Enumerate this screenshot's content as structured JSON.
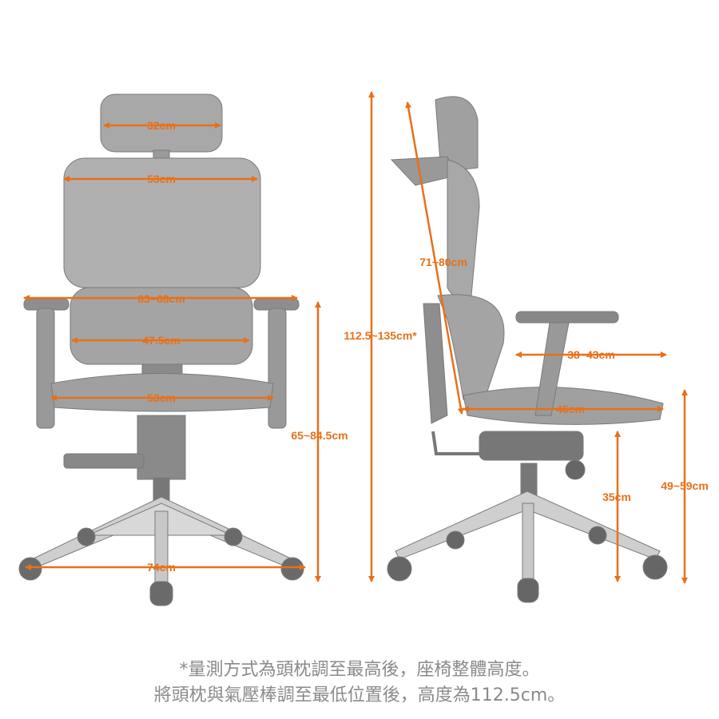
{
  "colors": {
    "accent": "#e8701a",
    "chair": "#8c8c8c",
    "caption": "#8a8a8a"
  },
  "front_view": {
    "headrest_width": "32cm",
    "backrest_width": "53cm",
    "armrest_span": "63~68cm",
    "lumbar_width": "47.5cm",
    "seat_width": "53cm",
    "base_width": "74cm",
    "armrest_height": "65~84.5cm"
  },
  "side_view": {
    "total_height": "112.5~135cm*",
    "backrest_height": "71~80cm",
    "armrest_depth": "38~43cm",
    "seat_depth": "46cm",
    "base_height": "35cm",
    "seat_height": "49~59cm"
  },
  "caption": {
    "line1": "*量測方式為頭枕調至最高後，座椅整體高度。",
    "line2": "將頭枕與氣壓棒調至最低位置後，高度為112.5cm。"
  }
}
